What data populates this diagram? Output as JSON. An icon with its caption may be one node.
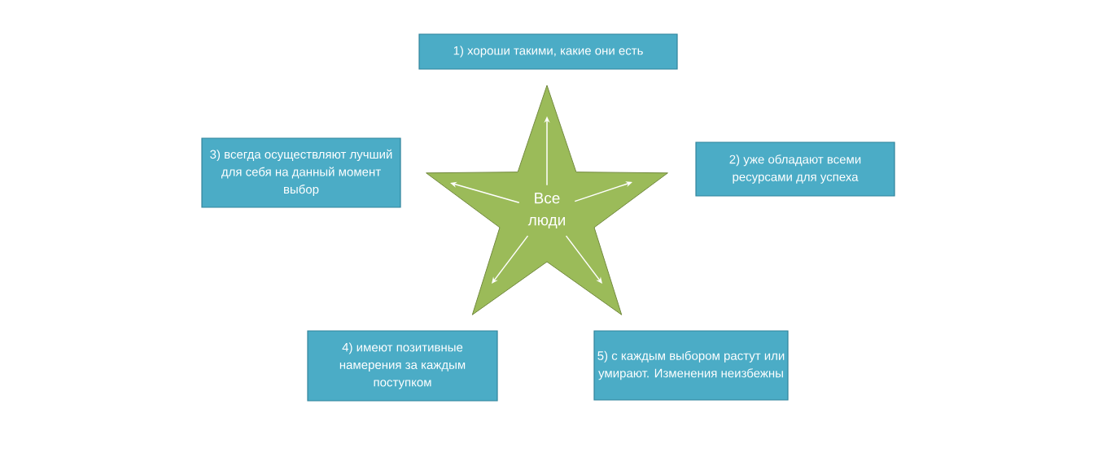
{
  "diagram": {
    "nodes": [
      {
        "text": [],
        "shape": "star"
      },
      {
        "text": [
          "Все люди"
        ],
        "in": 0
      },
      {
        "text": [
          "1) хороши такими, какие они есть"
        ]
      },
      {
        "text": [
          "3) всегда осуществляют лучший для себя на данный момент выбор"
        ]
      },
      {
        "text": [
          "2) уже обладают всеми ресурсами для успеха"
        ]
      },
      {
        "text": [
          "4) имеют позитивные намерения за каждым поступком"
        ]
      },
      {
        "text": [
          "5) с каждым выбором растут или умирают. Изменения неизбежны"
        ]
      }
    ],
    "edges": [
      {
        "from": 1,
        "to": null,
        "arrow": "to"
      },
      {
        "from": 1,
        "to": null,
        "arrow": "to"
      },
      {
        "from": 1,
        "to": null,
        "arrow": "to"
      },
      {
        "from": 1,
        "to": null,
        "arrow": "to"
      },
      {
        "from": 1,
        "to": null,
        "arrow": "to"
      }
    ]
  }
}
